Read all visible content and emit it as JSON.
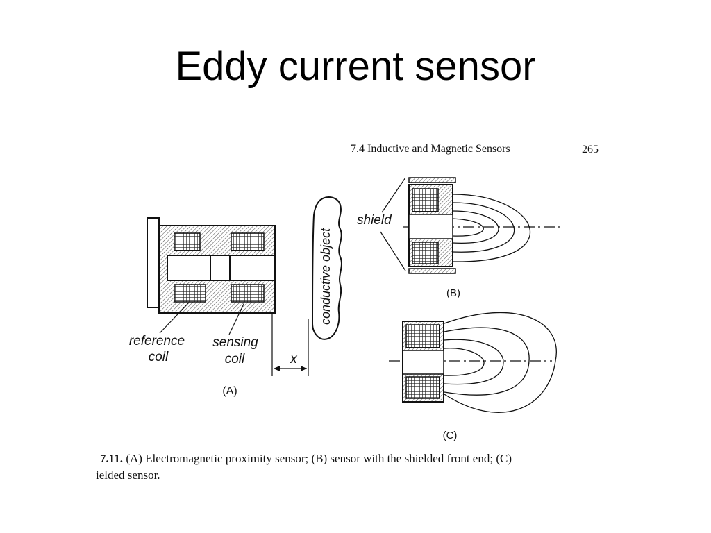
{
  "slide": {
    "title": "Eddy current sensor"
  },
  "book": {
    "running_head": "7.4  Inductive and Magnetic Sensors",
    "page_number": "265"
  },
  "panel_a": {
    "label": "(A)",
    "reference_coil": [
      "reference",
      "coil"
    ],
    "sensing_coil": [
      "sensing",
      "coil"
    ],
    "distance": "x",
    "target": "conductive object"
  },
  "panel_b": {
    "label": "(B)",
    "shield": "shield"
  },
  "panel_c": {
    "label": "(C)"
  },
  "caption": {
    "number": "7.11.",
    "line1": " (A) Electromagnetic proximity sensor; (B) sensor with the shielded front end; (C)",
    "line2": "ielded sensor."
  }
}
